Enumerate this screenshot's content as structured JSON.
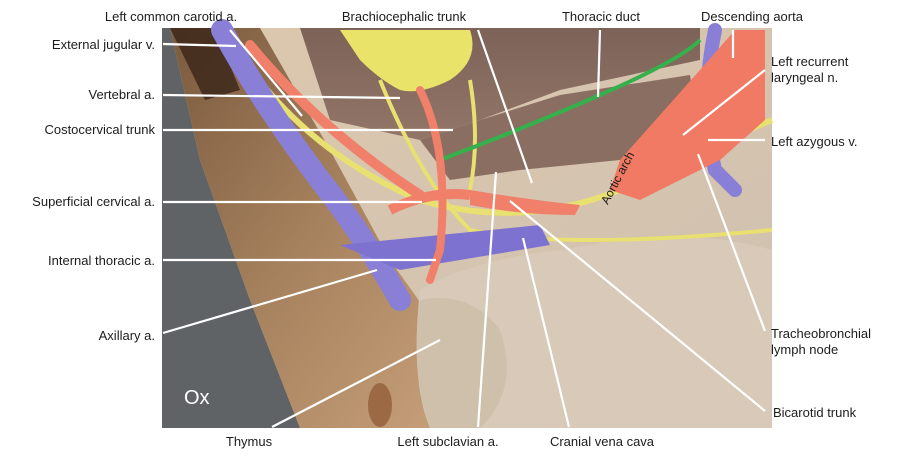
{
  "figure": {
    "species_label": "Ox",
    "inline_label": "Aortic arch"
  },
  "labels": {
    "top": [
      {
        "id": "left-common-carotid",
        "text": "Left common carotid a."
      },
      {
        "id": "brachiocephalic-trunk",
        "text": "Brachiocephalic trunk"
      },
      {
        "id": "thoracic-duct",
        "text": "Thoracic duct"
      },
      {
        "id": "descending-aorta",
        "text": "Descending aorta"
      }
    ],
    "left": [
      {
        "id": "external-jugular",
        "text": "External jugular v."
      },
      {
        "id": "vertebral",
        "text": "Vertebral a."
      },
      {
        "id": "costocervical-trunk",
        "text": "Costocervical trunk"
      },
      {
        "id": "superficial-cervical",
        "text": "Superficial cervical a."
      },
      {
        "id": "internal-thoracic",
        "text": "Internal thoracic a."
      },
      {
        "id": "axillary",
        "text": "Axillary a."
      }
    ],
    "right": [
      {
        "id": "left-recurrent-laryngeal",
        "text": "Left recurrent laryngeal n."
      },
      {
        "id": "left-azygous",
        "text": "Left azygous v."
      },
      {
        "id": "tracheobronchial-lymph-node",
        "text": "Tracheobronchial lymph node"
      },
      {
        "id": "bicarotid-trunk",
        "text": "Bicarotid trunk"
      }
    ],
    "bottom": [
      {
        "id": "thymus",
        "text": "Thymus"
      },
      {
        "id": "left-subclavian",
        "text": "Left subclavian a."
      },
      {
        "id": "cranial-vena-cava",
        "text": "Cranial vena cava"
      }
    ]
  },
  "colors": {
    "artery": "#f0806a",
    "vein": "#8a7fd6",
    "nerve": "#e8e070",
    "lymph_duct": "#35b04a",
    "background_panel": "#5f6366",
    "leader_line": "#ffffff"
  }
}
